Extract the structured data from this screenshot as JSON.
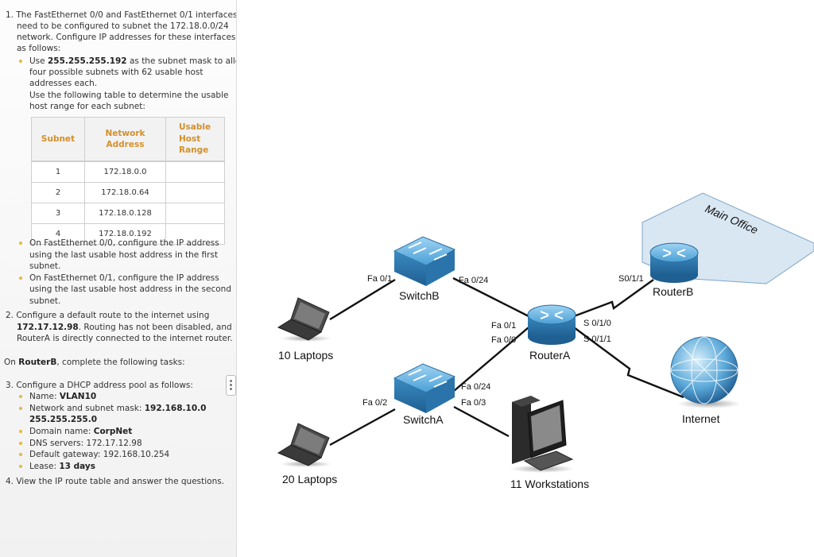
{
  "instructions": {
    "task1": {
      "lines": [
        "1. The FastEthernet 0/0 and FastEthernet 0/1 interfaces",
        "need to be configured to subnet the 172.18.0.0/24",
        "network. Configure IP addresses for these interfaces",
        "as follows:"
      ],
      "bullet_mask": {
        "prefix": "Use ",
        "bold": "255.255.255.192",
        "suffix": " as the subnet mask to allow",
        "lines": [
          "four possible subnets with 62 usable host",
          "addresses each.",
          "Use the following table to determine the usable",
          "host range for each subnet:"
        ]
      },
      "table": {
        "headers": [
          [
            "Subnet"
          ],
          [
            "Network",
            "Address"
          ],
          [
            "Usable",
            "Host",
            "Range"
          ]
        ],
        "rows": [
          {
            "subnet": "1",
            "network": "172.18.0.0",
            "range": ""
          },
          {
            "subnet": "2",
            "network": "172.18.0.64",
            "range": ""
          },
          {
            "subnet": "3",
            "network": "172.18.0.128",
            "range": ""
          },
          {
            "subnet": "4",
            "network": "172.18.0.192",
            "range": ""
          }
        ]
      },
      "bullet_fa00": [
        "On FastEthernet 0/0, configure the IP address",
        "using the last usable host address in the first",
        "subnet."
      ],
      "bullet_fa01": [
        "On FastEthernet 0/1, configure the IP address",
        "using the last usable host address in the second",
        "subnet."
      ]
    },
    "task2": {
      "line1": "2. Configure a default route to the internet using",
      "line2": {
        "bold": "172.17.12.98",
        "suffix": ". Routing has not been disabled, and"
      },
      "line3": "RouterA is directly connected to the internet router."
    },
    "routerb_intro": {
      "prefix": "On ",
      "bold": "RouterB",
      "suffix": ", complete the following tasks:"
    },
    "task3": {
      "line": "3. Configure a DHCP address pool as follows:",
      "name": {
        "label": "Name: ",
        "value": "VLAN10"
      },
      "mask": {
        "label": "Network and subnet mask: ",
        "value1": "192.168.10.0",
        "value2": "255.255.255.0"
      },
      "domain": {
        "label": "Domain name: ",
        "value": "CorpNet"
      },
      "dns": {
        "label": "DNS servers: ",
        "value": "172.17.12.98"
      },
      "gateway": {
        "label": "Default gateway: ",
        "value": "192.168.10.254"
      },
      "lease": {
        "label": "Lease: ",
        "value": "13 days"
      }
    },
    "task4": "4. View the IP route table and answer the questions."
  },
  "diagram": {
    "main_office": "Main Office",
    "routerB": {
      "name": "RouterB",
      "port": "S0/1/1"
    },
    "routerA": {
      "name": "RouterA",
      "ports": [
        "Fa 0/1",
        "Fa 0/0",
        "S 0/1/0",
        "S 0/1/1"
      ]
    },
    "switchB": {
      "name": "SwitchB",
      "ports": [
        "Fa 0/1",
        "Fa 0/24"
      ]
    },
    "switchA": {
      "name": "SwitchA",
      "ports": [
        "Fa 0/2",
        "Fa 0/24",
        "Fa 0/3"
      ]
    },
    "laptops10": "10 Laptops",
    "laptops20": "20 Laptops",
    "workstations": "11 Workstations",
    "internet": "Internet",
    "colors": {
      "device_blue": "#3d8fc6",
      "office_fill": "#d9e7f3",
      "bullet": "#e8b83a",
      "table_header": "#d4902a"
    }
  }
}
